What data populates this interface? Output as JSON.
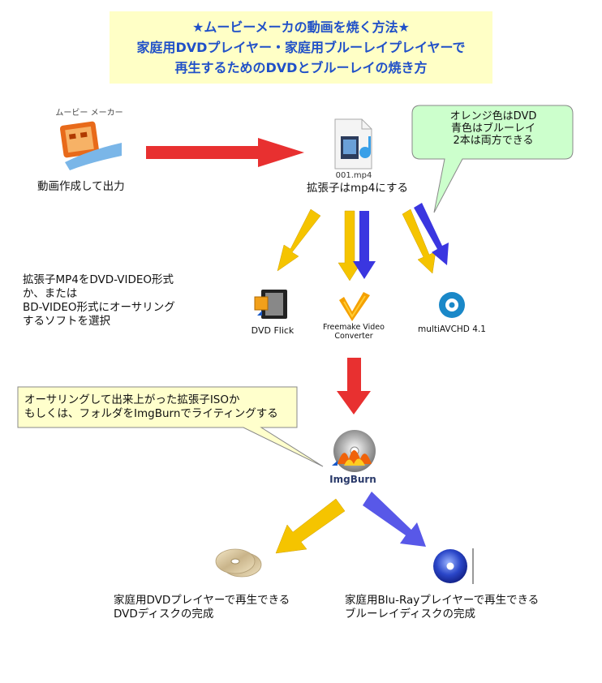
{
  "title": {
    "line1": "★ムービーメーカの動画を焼く方法★",
    "line2": "家庭用DVDプレイヤー・家庭用ブルーレイプレイヤーで",
    "line3": "再生するためのDVDとブルーレイの焼き方"
  },
  "movie_maker": {
    "logo_text": "ムービー メーカー",
    "caption": "動画作成して出力"
  },
  "mp4_file": {
    "filename": "001.mp4",
    "caption": "拡張子はmp4にする"
  },
  "legend_callout": {
    "line1": "オレンジ色はDVD",
    "line2": "青色はブルーレイ",
    "line3": "2本は両方できる"
  },
  "authoring_note": {
    "line1": "拡張子MP4をDVD-VIDEO形式",
    "line2": "か、または",
    "line3": "BD-VIDEO形式にオーサリング",
    "line4": "するソフトを選択"
  },
  "software": {
    "dvd_flick": "DVD Flick",
    "freemake_line1": "Freemake Video",
    "freemake_line2": "Converter",
    "multiavchd": "multiAVCHD 4.1"
  },
  "imgburn_callout": {
    "line1": "オーサリングして出来上がった拡張子ISOか",
    "line2": "もしくは、フォルダをImgBurnでライティングする"
  },
  "imgburn_label": "ImgBurn",
  "dvd_result": {
    "line1": "家庭用DVDプレイヤーで再生できる",
    "line2": "DVDディスクの完成"
  },
  "bluray_result": {
    "line1": "家庭用Blu-Rayプレイヤーで再生できる",
    "line2": "ブルーレイディスクの完成"
  },
  "colors": {
    "title_bg": "#ffffc6",
    "title_text": "#2050c8",
    "red_arrow": "#e83030",
    "orange_arrow": "#f5c400",
    "blue_arrow": "#3a36e0",
    "green_callout": "#ccffcc",
    "yellow_callout": "#ffffcc"
  },
  "icons": [
    "movie-maker-icon",
    "video-file-icon",
    "dvd-flick-icon",
    "freemake-icon",
    "multiavchd-icon",
    "imgburn-icon",
    "dvd-disc-icon",
    "bluray-disc-icon"
  ]
}
